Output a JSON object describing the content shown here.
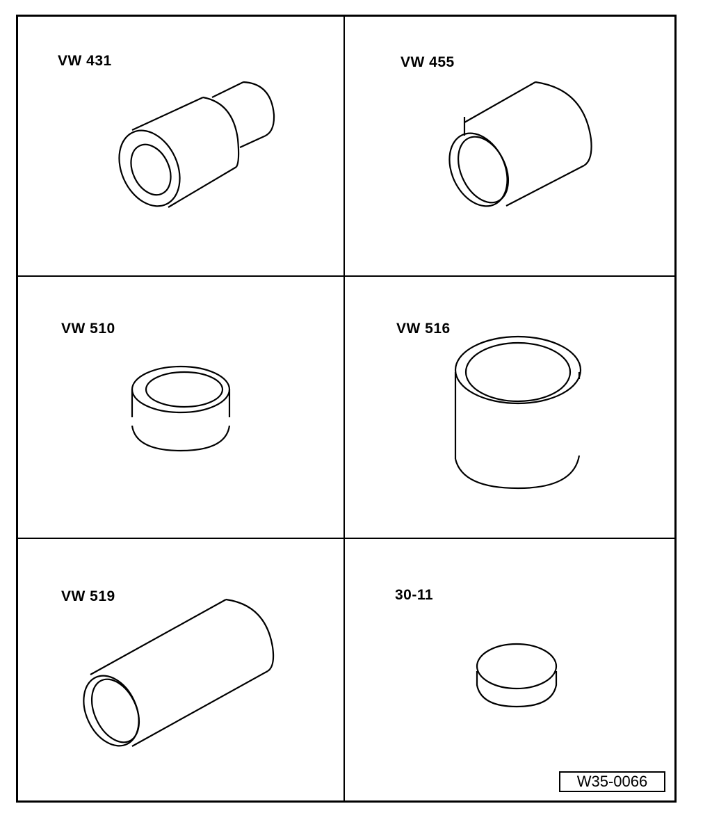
{
  "tools": [
    {
      "label": "VW 431",
      "icon": "stepped-drift-sleeve"
    },
    {
      "label": "VW 455",
      "icon": "cylindrical-sleeve"
    },
    {
      "label": "VW 510",
      "icon": "short-ring-sleeve"
    },
    {
      "label": "VW 516",
      "icon": "large-cup-sleeve"
    },
    {
      "label": "VW 519",
      "icon": "long-tube-sleeve"
    },
    {
      "label": "30-11",
      "icon": "small-cap-sleeve"
    }
  ],
  "figure_code": "W35-0066"
}
